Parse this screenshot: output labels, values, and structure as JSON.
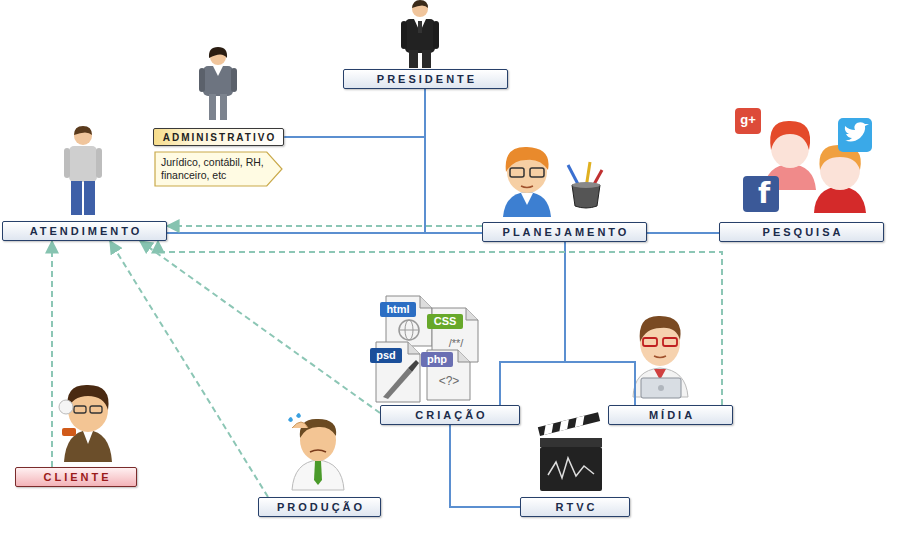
{
  "diagram": {
    "nodes": [
      {
        "text": [
          "PRESIDENTE"
        ]
      },
      {
        "text": [
          "ADMINISTRATIVO"
        ]
      },
      {
        "text": [
          "Jurídico, contábil, RH, financeiro, etc"
        ]
      },
      {
        "text": [
          "ATENDIMENTO"
        ]
      },
      {
        "text": [
          "PLANEJAMENTO"
        ]
      },
      {
        "text": [
          "PESQUISA"
        ]
      },
      {
        "text": [
          "CRIAÇÃO"
        ]
      },
      {
        "text": [
          "MÍDIA"
        ]
      },
      {
        "text": [
          "CLIENTE"
        ]
      },
      {
        "text": [
          "PRODUÇÃO"
        ]
      },
      {
        "text": [
          "RTVC"
        ]
      }
    ],
    "edges": [
      {
        "from": 0,
        "to": 1,
        "arrow": "none"
      },
      {
        "from": 0,
        "to": 4,
        "arrow": "none"
      },
      {
        "from": 3,
        "to": 4,
        "arrow": "none"
      },
      {
        "from": 4,
        "to": 5,
        "arrow": "none"
      },
      {
        "from": 4,
        "to": 6,
        "arrow": "none"
      },
      {
        "from": 4,
        "to": 7,
        "arrow": "none"
      },
      {
        "from": 6,
        "to": 10,
        "arrow": "none"
      },
      {
        "from": 4,
        "to": 3,
        "arrow": "to"
      },
      {
        "from": 7,
        "to": 3,
        "arrow": "to"
      },
      {
        "from": 6,
        "to": 3,
        "arrow": "to"
      },
      {
        "from": 9,
        "to": 3,
        "arrow": "to"
      },
      {
        "from": 8,
        "to": 3,
        "arrow": "to"
      }
    ],
    "labels": [
      "html",
      "CSS",
      "psd",
      "php",
      "/**/",
      "<?>",
      "g+",
      "f"
    ]
  }
}
